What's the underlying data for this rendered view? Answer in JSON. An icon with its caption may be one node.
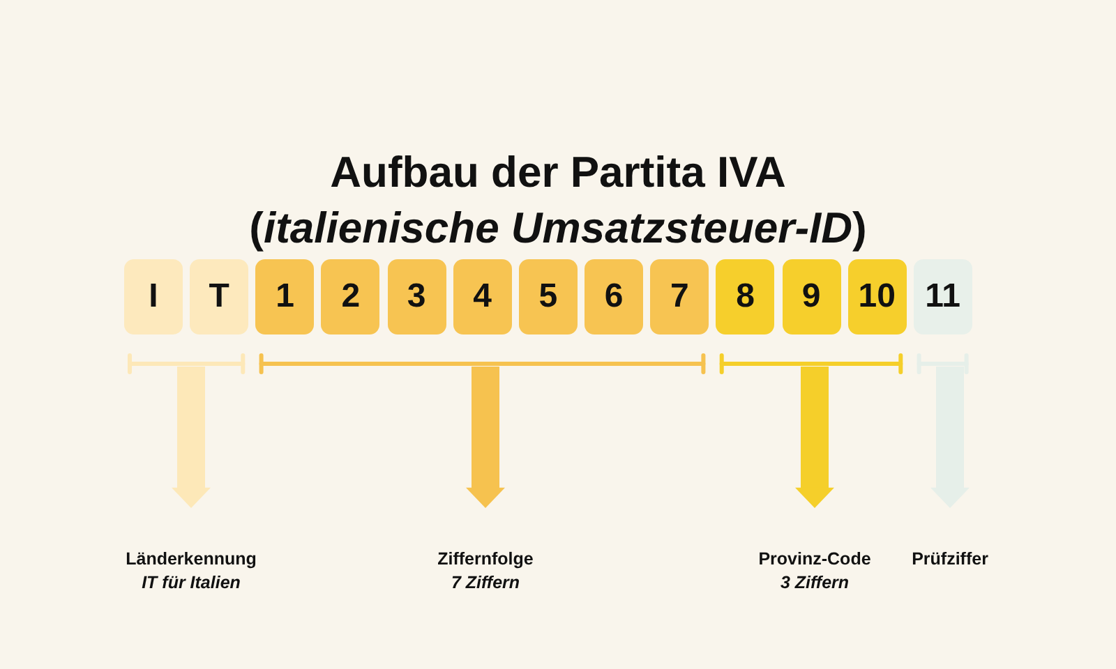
{
  "diagram": {
    "title": "Aufbau der Partita IVA (*italienische Umsatzsteuer-ID*)",
    "nodes": [
      {
        "text": [
          "I"
        ]
      },
      {
        "text": [
          "T"
        ]
      },
      {
        "text": [
          "1"
        ]
      },
      {
        "text": [
          "2"
        ]
      },
      {
        "text": [
          "3"
        ]
      },
      {
        "text": [
          "4"
        ]
      },
      {
        "text": [
          "5"
        ]
      },
      {
        "text": [
          "6"
        ]
      },
      {
        "text": [
          "7"
        ]
      },
      {
        "text": [
          "8"
        ]
      },
      {
        "text": [
          "9"
        ]
      },
      {
        "text": [
          "10"
        ]
      },
      {
        "text": [
          "11"
        ]
      },
      {
        "text": [
          "Länderkennung",
          "IT für Italien"
        ]
      },
      {
        "text": [
          "Ziffernfolge",
          "7 Ziffern"
        ]
      },
      {
        "text": [
          "Provinz-Code",
          "3 Ziffern"
        ]
      },
      {
        "text": [
          "Prüfziffer"
        ]
      }
    ],
    "edges": [
      {
        "from": null,
        "to": 13,
        "arrow": "to",
        "color": "#fde8b8"
      },
      {
        "from": null,
        "to": 14,
        "arrow": "to",
        "color": "#f6c24f"
      },
      {
        "from": null,
        "to": 15,
        "arrow": "to",
        "color": "#f5cf2a"
      },
      {
        "from": null,
        "to": 16,
        "arrow": "to",
        "color": "#e6efe9"
      }
    ]
  }
}
